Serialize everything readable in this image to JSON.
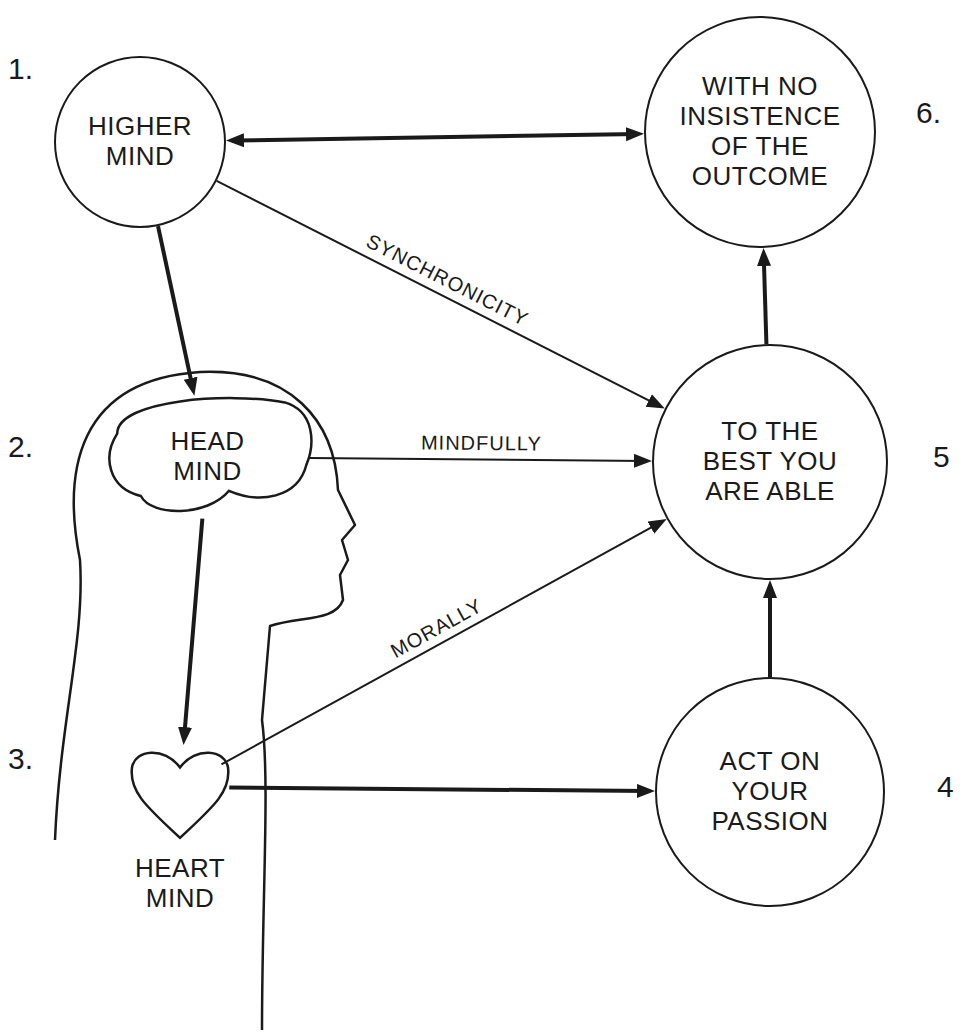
{
  "diagram": {
    "nodes": [
      {
        "text": [
          "HIGHER MIND"
        ]
      },
      {
        "text": [
          "WITH NO INSISTENCE OF THE OUTCOME"
        ]
      },
      {
        "text": [
          "HEAD MIND"
        ]
      },
      {
        "text": [
          "TO THE BEST YOU ARE ABLE"
        ]
      },
      {
        "text": [
          "HEART MIND"
        ]
      },
      {
        "text": [
          "ACT ON YOUR PASSION"
        ]
      }
    ],
    "edges": [
      {
        "from": 0,
        "to": 1,
        "arrow": "both"
      },
      {
        "from": 0,
        "to": 2,
        "arrow": "to"
      },
      {
        "from": 0,
        "to": 3,
        "label": "SYNCHRONICITY",
        "arrow": "to"
      },
      {
        "from": 2,
        "to": 3,
        "label": "MINDFULLY",
        "arrow": "to"
      },
      {
        "from": 2,
        "to": 4,
        "arrow": "to"
      },
      {
        "from": 4,
        "to": 3,
        "label": "MORALLY",
        "arrow": "to"
      },
      {
        "from": 4,
        "to": 5,
        "arrow": "to"
      },
      {
        "from": 5,
        "to": 3,
        "arrow": "to"
      },
      {
        "from": 3,
        "to": 1,
        "arrow": "to"
      }
    ],
    "labels": [
      "1.",
      "2.",
      "3.",
      "4",
      "5",
      "6."
    ]
  }
}
